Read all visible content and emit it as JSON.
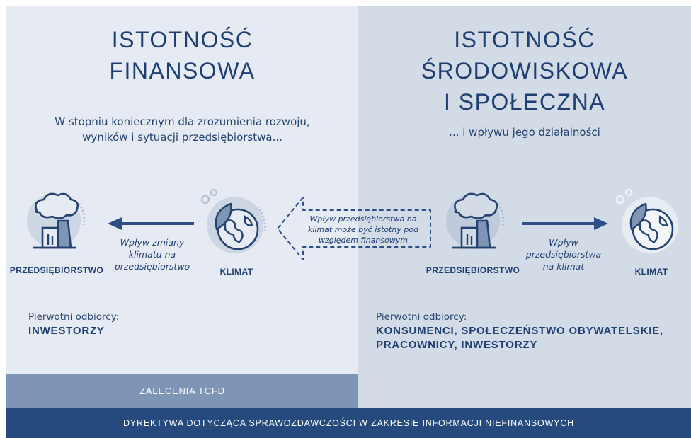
{
  "left": {
    "title_line1": "ISTOTNOŚĆ",
    "title_line2": "FINANSOWA",
    "lead_line1": "W stopniu koniecznym dla zrozumienia rozwoju,",
    "lead_line2": "wyników i sytuacji przedsiębiorstwa...",
    "company_label": "PRZEDSIĘBIORSTWO",
    "climate_label": "KLIMAT",
    "arrow_text_line1": "Wpływ zmiany",
    "arrow_text_line2": "klimatu na",
    "arrow_text_line3": "przedsiębiorstwo",
    "recipients_label": "Pierwotni odbiorcy:",
    "recipients_value": "INWESTORZY"
  },
  "middle": {
    "dashed_text_line1": "Wpływ przedsiębiorstwa na",
    "dashed_text_line2": "klimat może być istotny pod",
    "dashed_text_line3": "względem finansowym"
  },
  "right": {
    "title_line1": "ISTOTNOŚĆ ŚRODOWISKOWA",
    "title_line2": "I SPOŁECZNA",
    "lead_line1": "... i wpływu jego działalności",
    "company_label": "PRZEDSIĘBIORSTWO",
    "climate_label": "KLIMAT",
    "arrow_text_line1": "Wpływ",
    "arrow_text_line2": "przedsiębiorstwa",
    "arrow_text_line3": "na klimat",
    "recipients_label": "Pierwotni odbiorcy:",
    "recipients_value_line1": "KONSUMENCI, SPOŁECZEŃSTWO OBYWATELSKIE,",
    "recipients_value_line2": "PRACOWNICY, INWESTORZY"
  },
  "tcfd_label": "ZALECENIA TCFD",
  "directive_label": "DYREKTYWA DOTYCZĄCA SPRAWOZDAWCZOŚCI W ZAKRESIE INFORMACJI NIEFINANSOWYCH",
  "icons": {
    "company": "factory-icon",
    "climate": "globe-leaf-icon",
    "arrow": "arrow-icon"
  },
  "colors": {
    "left_panel": "#e6eaf2",
    "right_panel": "#d2dbe6",
    "tcfd_bar": "#7f95b5",
    "directive_bar": "#264a7d",
    "accent": "#2b4f86"
  }
}
